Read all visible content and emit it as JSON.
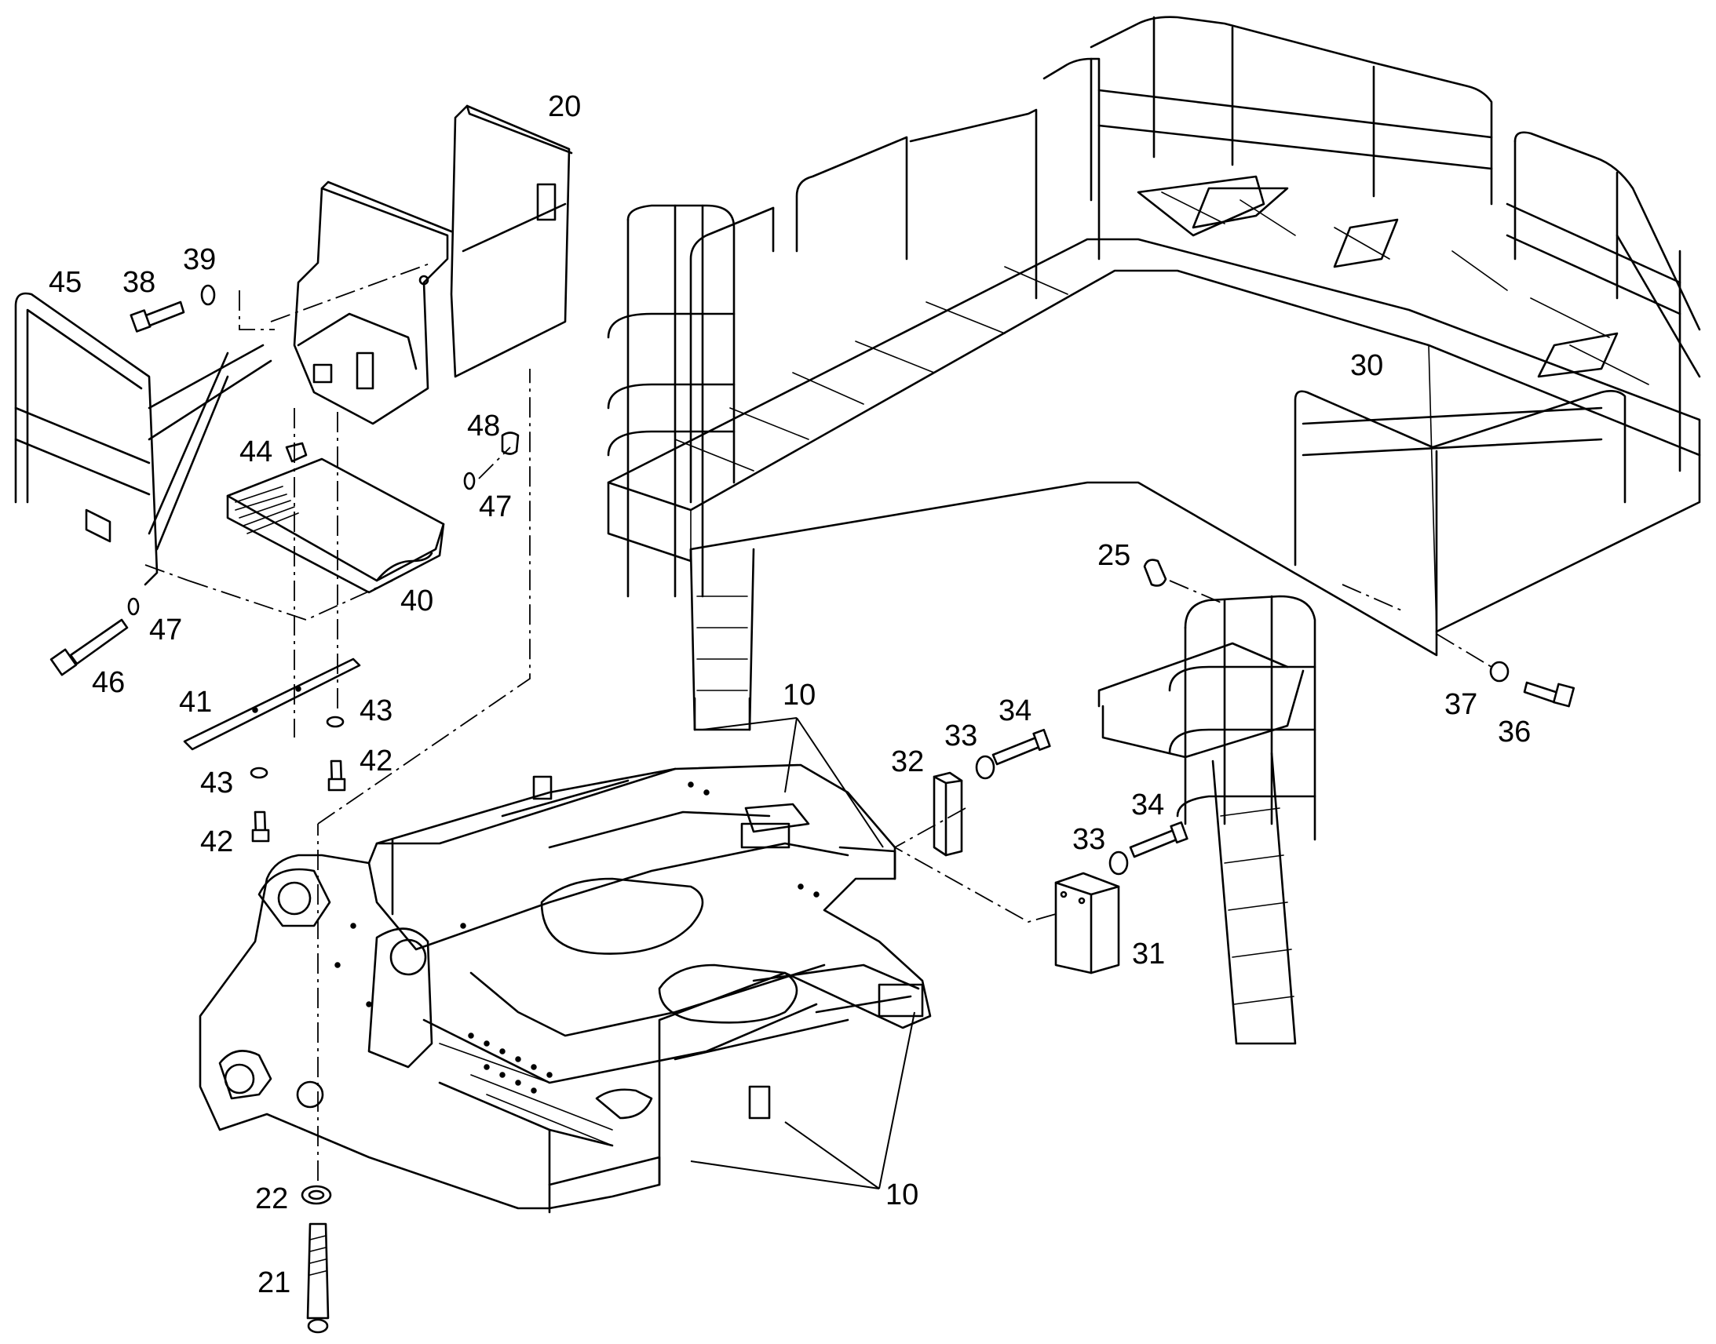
{
  "callouts": {
    "c10a": "10",
    "c10b": "10",
    "c20": "20",
    "c21": "21",
    "c22": "22",
    "c25": "25",
    "c30": "30",
    "c31": "31",
    "c32": "32",
    "c33a": "33",
    "c33b": "33",
    "c34a": "34",
    "c34b": "34",
    "c36": "36",
    "c37": "37",
    "c38": "38",
    "c39": "39",
    "c40": "40",
    "c41": "41",
    "c42a": "42",
    "c42b": "42",
    "c43a": "43",
    "c43b": "43",
    "c44": "44",
    "c45": "45",
    "c46": "46",
    "c47a": "47",
    "c47b": "47",
    "c48": "48"
  }
}
